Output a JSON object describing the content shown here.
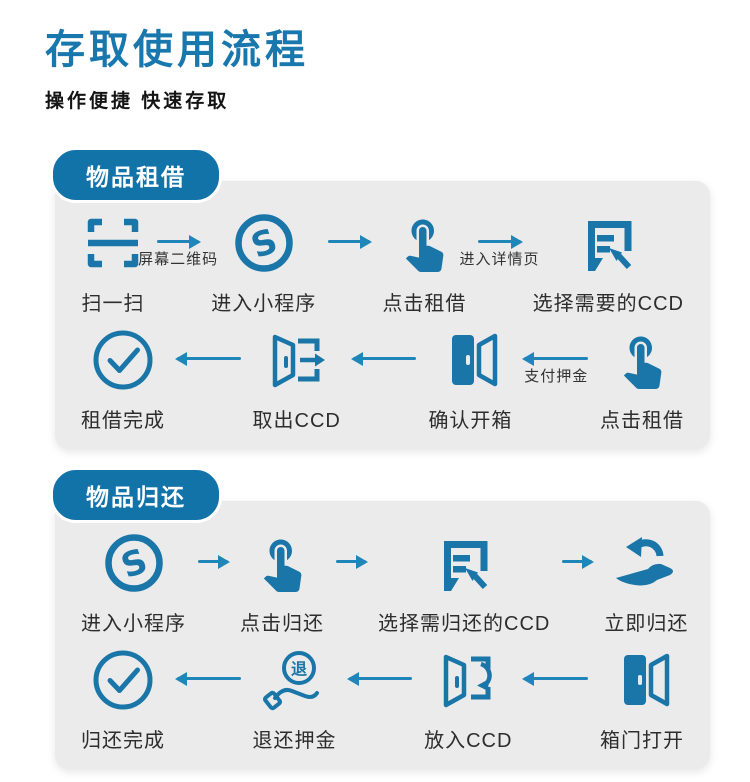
{
  "page": {
    "title": "存取使用流程",
    "subtitle": "操作便捷 快速存取"
  },
  "colors": {
    "accent": "#1878ad",
    "badge_bg": "#1273a8",
    "icon": "#1a76a8",
    "arrow": "#1e86b8",
    "panel_bg": "#ebebeb",
    "label": "#2d2d2d"
  },
  "icons": {
    "miniprogram_letter": "S",
    "refund_coin_char": "退"
  },
  "panels": [
    {
      "name": "item-rental",
      "badge": "物品租借",
      "rows": [
        {
          "items": [
            {
              "type": "step",
              "icon": "scan-icon",
              "label": "扫一扫"
            },
            {
              "type": "arrow",
              "dir": "right",
              "label": "屏幕二维码"
            },
            {
              "type": "step",
              "icon": "miniprogram-icon",
              "label": "进入小程序"
            },
            {
              "type": "arrow",
              "dir": "right"
            },
            {
              "type": "step",
              "icon": "tap-icon",
              "label": "点击租借"
            },
            {
              "type": "arrow",
              "dir": "right",
              "label": "进入详情页"
            },
            {
              "type": "step",
              "icon": "select-list-icon",
              "label": "选择需要的CCD"
            }
          ]
        },
        {
          "items": [
            {
              "type": "step",
              "icon": "check-circle-icon",
              "label": "租借完成"
            },
            {
              "type": "arrow",
              "dir": "left"
            },
            {
              "type": "step",
              "icon": "door-out-icon",
              "label": "取出CCD"
            },
            {
              "type": "arrow",
              "dir": "left"
            },
            {
              "type": "step",
              "icon": "door-open-icon",
              "label": "确认开箱"
            },
            {
              "type": "arrow",
              "dir": "left",
              "label": "支付押金"
            },
            {
              "type": "step",
              "icon": "tap-icon",
              "label": "点击租借"
            }
          ]
        }
      ]
    },
    {
      "name": "item-return",
      "badge": "物品归还",
      "rows": [
        {
          "items": [
            {
              "type": "step",
              "icon": "miniprogram-icon",
              "label": "进入小程序"
            },
            {
              "type": "arrow",
              "dir": "right"
            },
            {
              "type": "step",
              "icon": "tap-icon",
              "label": "点击归还"
            },
            {
              "type": "arrow",
              "dir": "right"
            },
            {
              "type": "step",
              "icon": "select-list-icon",
              "label": "选择需归还的CCD"
            },
            {
              "type": "arrow",
              "dir": "right"
            },
            {
              "type": "step",
              "icon": "return-hand-icon",
              "label": "立即归还"
            }
          ]
        },
        {
          "items": [
            {
              "type": "step",
              "icon": "check-circle-icon",
              "label": "归还完成"
            },
            {
              "type": "arrow",
              "dir": "left"
            },
            {
              "type": "step",
              "icon": "refund-icon",
              "label": "退还押金"
            },
            {
              "type": "arrow",
              "dir": "left"
            },
            {
              "type": "step",
              "icon": "door-in-icon",
              "label": "放入CCD"
            },
            {
              "type": "arrow",
              "dir": "left"
            },
            {
              "type": "step",
              "icon": "door-open-icon",
              "label": "箱门打开"
            }
          ]
        }
      ]
    }
  ]
}
